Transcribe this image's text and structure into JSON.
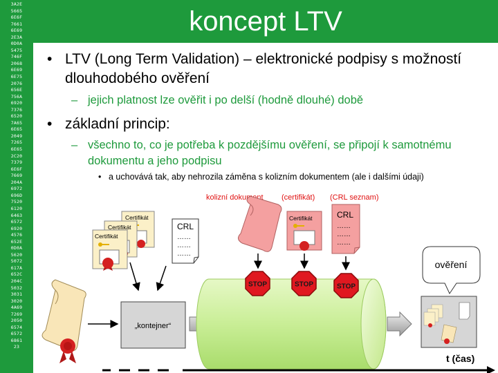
{
  "sidebar": {
    "codes": [
      "3A2E",
      "5665",
      "6E6F",
      "7661",
      "6E69",
      "2E3A",
      "0D0A",
      "5475",
      "746F",
      "2068",
      "6E69",
      "6E75",
      "2076",
      "656E",
      "756A",
      "6920",
      "7376",
      "6520",
      "7A65",
      "6E65",
      "2049",
      "7265",
      "6E65",
      "2C20",
      "7379",
      "6E6F",
      "7669",
      "204A",
      "6972",
      "696D",
      "7520",
      "6120",
      "6463",
      "6572",
      "6920",
      "4576",
      "652E",
      "0D0A",
      "5620",
      "5072",
      "617A",
      "652C",
      "204C",
      "5032",
      "3031",
      "3020",
      "4A69",
      "7269",
      "2050",
      "6574",
      "6572",
      "6861",
      "23"
    ]
  },
  "slide": {
    "title": "koncept LTV"
  },
  "bullets": {
    "b1_marker": "•",
    "b1_text_line1": "LTV (Long Term Validation) – elektronické podpisy s možností",
    "b1_text_line2": "dlouhodobého ověření",
    "b1_sub_marker": "–",
    "b1_sub": "jejich platnost lze ověřit i po delší (hodně dlouhé) době",
    "b2_marker": "•",
    "b2_text": "základní princip:",
    "b2_sub_marker": "–",
    "b2_sub_line1": "všechno to, co je potřeba k pozdějšímu ověření, se připojí k samotnému",
    "b2_sub_line2": "dokumentu a jeho podpisu",
    "b2_subsub_marker": "•",
    "b2_subsub": "a uchovává tak, aby nehrozila záměna s kolizním dokumentem  (ale i dalšími údaji)"
  },
  "diagram": {
    "label_kolizni": "kolizní  dokument",
    "label_certifikat": "(certifikát)",
    "label_crl": "(CRL seznam)",
    "cert_label": "Certifikát",
    "crl_title": "CRL",
    "crl_dots": "……",
    "container_label": "„kontejner“",
    "stop_label": "STOP",
    "overeni_label": "ověření",
    "time_label": "t (čas)",
    "colors": {
      "green": "#1e9a3c",
      "stop": "#e01820",
      "seal": "#d42020",
      "scroll": "#f9e6b8",
      "pink": "#f4a0a0"
    }
  }
}
